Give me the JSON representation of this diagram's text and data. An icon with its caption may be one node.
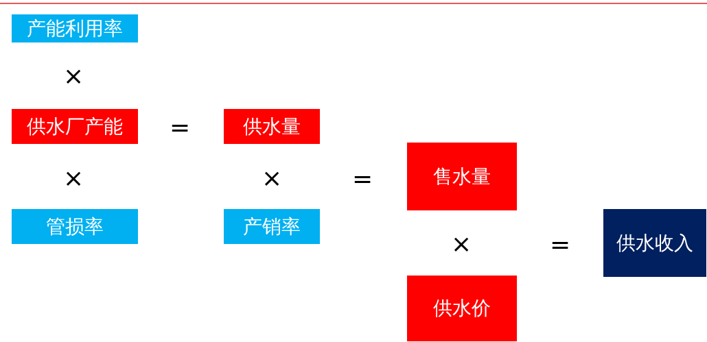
{
  "diagram": {
    "nodes": [
      {
        "text": [
          "产能利用率"
        ]
      },
      {
        "text": [
          "供水厂产能"
        ]
      },
      {
        "text": [
          "供水量"
        ]
      },
      {
        "text": [
          "售水量"
        ]
      },
      {
        "text": [
          "管损率"
        ]
      },
      {
        "text": [
          "产销率"
        ]
      },
      {
        "text": [
          "供水收入"
        ]
      },
      {
        "text": [
          "供水价"
        ]
      }
    ],
    "labels": [
      "×",
      "=",
      "×",
      "×",
      "=",
      "×",
      "="
    ]
  }
}
